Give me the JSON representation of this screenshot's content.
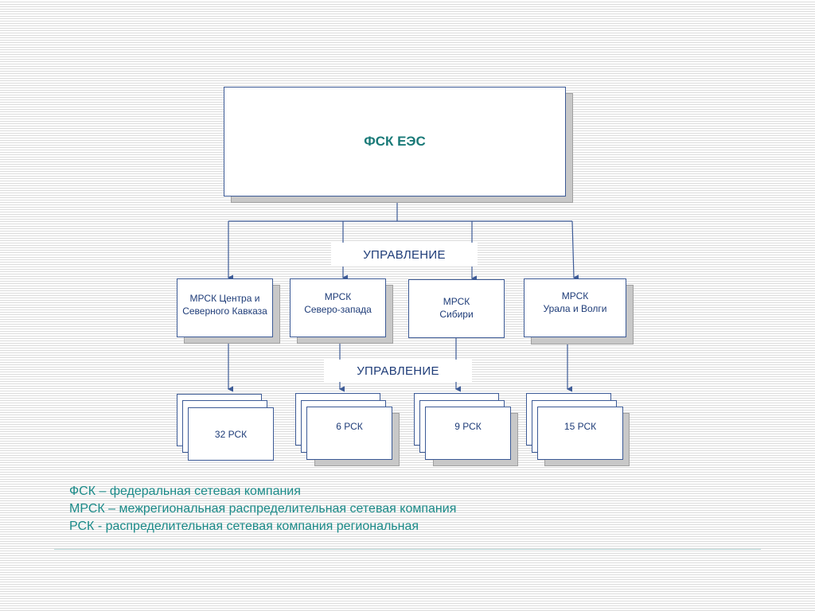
{
  "top": {
    "label": "ФСК ЕЭС"
  },
  "management_labels": [
    "УПРАВЛЕНИЕ",
    "УПРАВЛЕНИЕ"
  ],
  "mrsk": [
    {
      "line1": "МРСК Центра и",
      "line2": "Северного Кавказа"
    },
    {
      "line1": "МРСК",
      "line2": "Северо-запада"
    },
    {
      "line1": "МРСК",
      "line2": "Сибири"
    },
    {
      "line1": "МРСК",
      "line2": "Урала и Волги"
    }
  ],
  "rsk": [
    {
      "label": "32 РСК"
    },
    {
      "label": "6 РСК"
    },
    {
      "label": "9 РСК"
    },
    {
      "label": "15 РСК"
    }
  ],
  "legend": [
    "ФСК – федеральная сетевая компания",
    "МРСК – межрегиональная распределительная сетевая компания",
    "РСК - распределительная сетевая компания региональная"
  ],
  "colors": {
    "border": "#3c5a96",
    "teal_text": "#1a8a88",
    "stripe": "#dcdcdc"
  }
}
